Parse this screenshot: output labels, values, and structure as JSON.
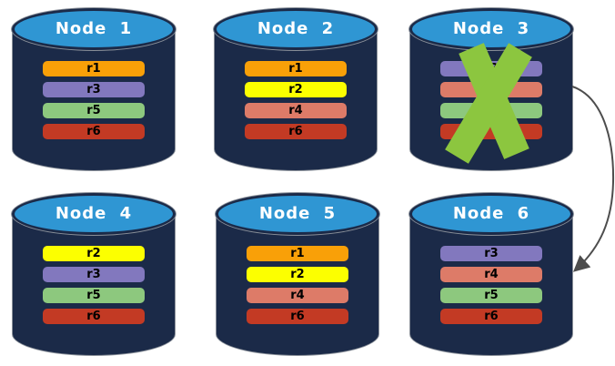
{
  "nodes": [
    {
      "id": "node-1",
      "title": "Node 1",
      "failed": false,
      "replicas": [
        {
          "label": "r1",
          "color": "#F9A008"
        },
        {
          "label": "r3",
          "color": "#8278BE"
        },
        {
          "label": "r5",
          "color": "#8DC87E"
        },
        {
          "label": "r6",
          "color": "#C33A24"
        }
      ]
    },
    {
      "id": "node-2",
      "title": "Node 2",
      "failed": false,
      "replicas": [
        {
          "label": "r1",
          "color": "#F9A008"
        },
        {
          "label": "r2",
          "color": "#FCFF00"
        },
        {
          "label": "r4",
          "color": "#DD7B68"
        },
        {
          "label": "r6",
          "color": "#C33A24"
        }
      ]
    },
    {
      "id": "node-3",
      "title": "Node 3",
      "failed": true,
      "replicas": [
        {
          "label": "r3",
          "color": "#8278BE"
        },
        {
          "label": "",
          "color": "#DD7B68"
        },
        {
          "label": "",
          "color": "#8DC87E"
        },
        {
          "label": "",
          "color": "#C33A24"
        }
      ]
    },
    {
      "id": "node-4",
      "title": "Node 4",
      "failed": false,
      "replicas": [
        {
          "label": "r2",
          "color": "#FCFF00"
        },
        {
          "label": "r3",
          "color": "#8278BE"
        },
        {
          "label": "r5",
          "color": "#8DC87E"
        },
        {
          "label": "r6",
          "color": "#C33A24"
        }
      ]
    },
    {
      "id": "node-5",
      "title": "Node 5",
      "failed": false,
      "replicas": [
        {
          "label": "r1",
          "color": "#F9A008"
        },
        {
          "label": "r2",
          "color": "#FCFF00"
        },
        {
          "label": "r4",
          "color": "#DD7B68"
        },
        {
          "label": "r6",
          "color": "#C33A24"
        }
      ]
    },
    {
      "id": "node-6",
      "title": "Node 6",
      "failed": false,
      "replicas": [
        {
          "label": "r3",
          "color": "#8278BE"
        },
        {
          "label": "r4",
          "color": "#DD7B68"
        },
        {
          "label": "r5",
          "color": "#8DC87E"
        },
        {
          "label": "r6",
          "color": "#C33A24"
        }
      ]
    }
  ],
  "failure_mark": {
    "node": "Node 3",
    "shape": "x-cross",
    "color": "#8CC63F"
  },
  "arrow": {
    "from": "Node 3",
    "to": "Node 6",
    "color": "#4D4D4D"
  },
  "colors": {
    "cylinder_body": "#1B2A48",
    "cylinder_top": "#2F96D3",
    "title_text": "#FFFFFF",
    "replica_text": "#000000",
    "background": "#FFFFFF"
  }
}
